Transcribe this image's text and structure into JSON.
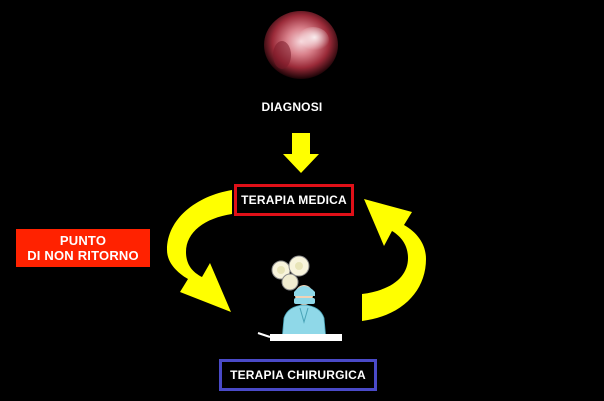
{
  "nodes": {
    "diagnosis": {
      "label": "DIAGNOSI"
    },
    "medical_therapy": {
      "label": "TERAPIA MEDICA"
    },
    "surgical_therapy": {
      "label": "TERAPIA CHIRURGICA"
    }
  },
  "point_of_no_return": {
    "line1": "PUNTO",
    "line2": "DI NON RITORNO"
  },
  "colors": {
    "background": "#000000",
    "arrow": "#ffff00",
    "medical_border": "#e01018",
    "surgical_border": "#4a4ac8",
    "point_background": "#ff2200"
  },
  "images": {
    "top": "endoscopic-view-image",
    "bottom": "surgeon-clipart-image"
  }
}
